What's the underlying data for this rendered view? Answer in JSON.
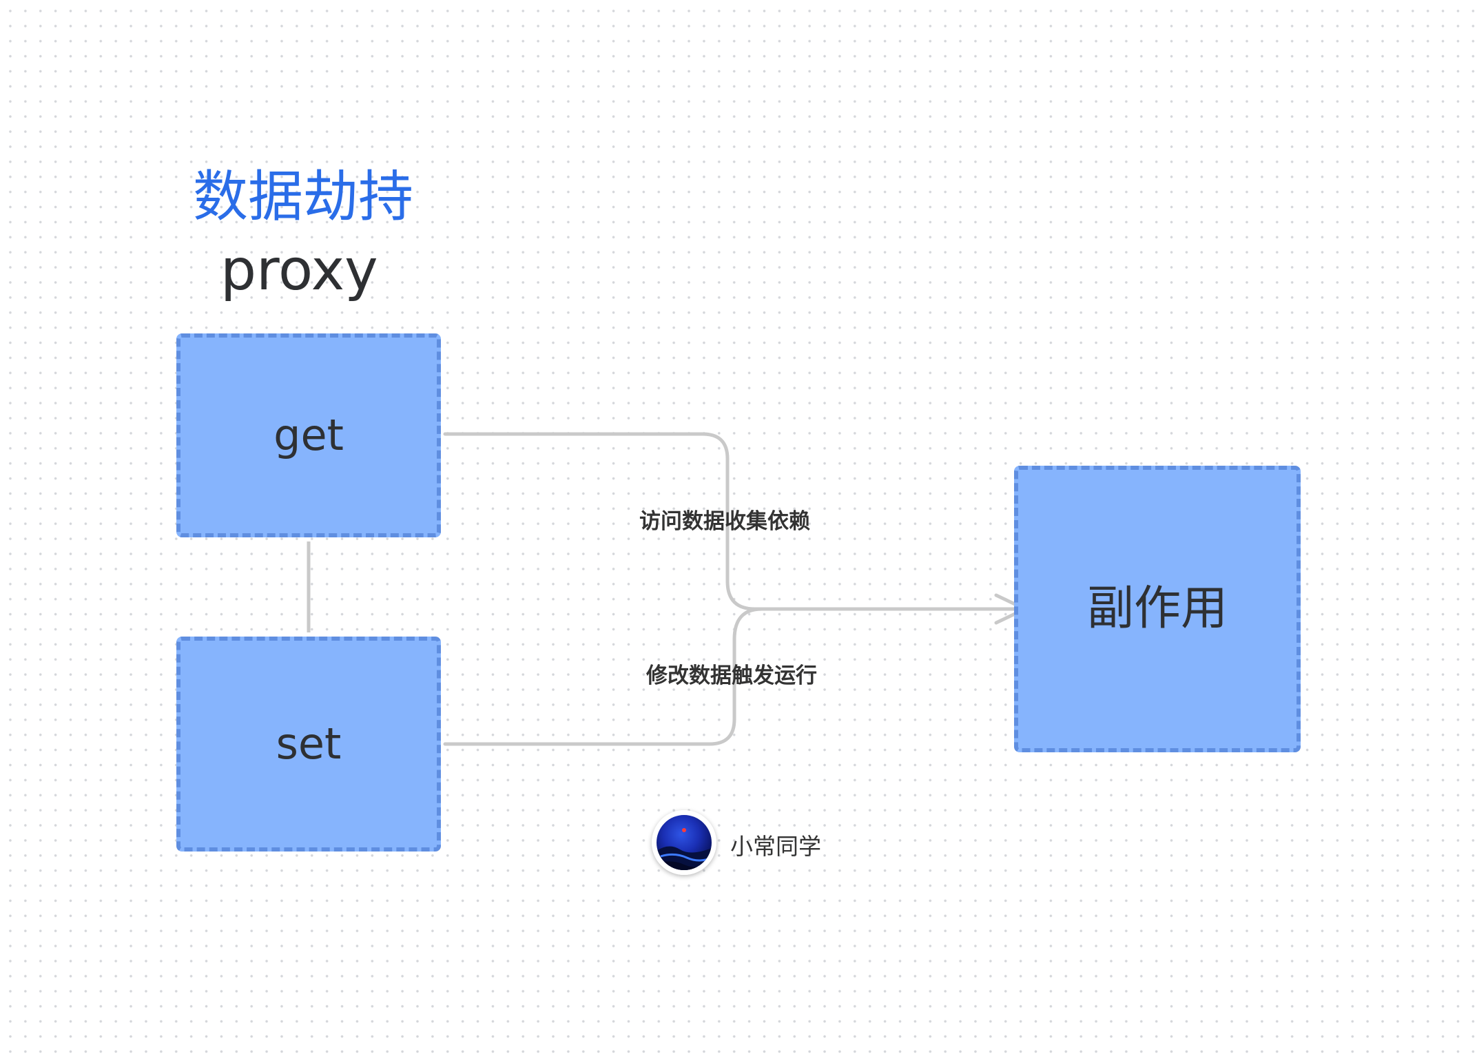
{
  "title": "数据劫持",
  "subtitle": "proxy",
  "nodes": {
    "get": "get",
    "set": "set",
    "effect": "副作用"
  },
  "edges": {
    "get_label": "访问数据收集依赖",
    "set_label": "修改数据触发运行"
  },
  "author": {
    "name": "小常同学",
    "avatar_icon": "night-landscape-avatar"
  },
  "colors": {
    "node_fill": "#86b4fd",
    "node_border": "#5f8ee0",
    "title": "#2a6de8",
    "connector": "#c9c9c9",
    "background_dot": "#d4d6da"
  }
}
